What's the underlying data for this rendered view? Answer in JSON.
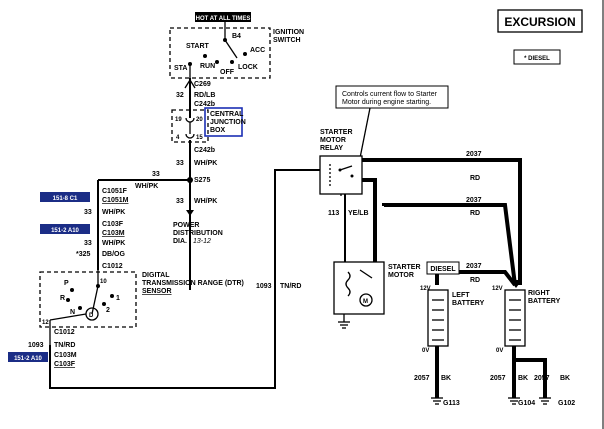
{
  "title": "EXCURSION",
  "diesel_note": "* DIESEL",
  "callout": {
    "line1": "Controls current flow to Starter",
    "line2": "Motor during engine starting."
  },
  "hot_at_all_times": "HOT AT ALL TIMES",
  "ignition_switch": {
    "label1": "IGNITION",
    "label2": "SWITCH",
    "b4": "B4",
    "start": "START",
    "acc": "ACC",
    "sta": "STA",
    "run": "RUN",
    "off": "OFF",
    "lock": "LOCK"
  },
  "connectors": {
    "c269": "C269",
    "c242b_top": "C242b",
    "c242b_bot": "C242b",
    "s275": "S275",
    "c1051f": "C1051F",
    "c1051m": "C1051M",
    "c103f_a": "C103F",
    "c103m_a": "C103M",
    "c1012_a": "C1012",
    "c1012_b": "C1012",
    "c103m_b": "C103M",
    "c103f_b": "C103F"
  },
  "circuits": {
    "c32": "32",
    "rdlb": "RD/LB",
    "c33_a": "33",
    "whpk_a": "WH/PK",
    "c33_b": "33",
    "whpk_b": "WH/PK",
    "c33_c": "33",
    "c33_whpk_horiz": "WH/PK",
    "c33_d": "33",
    "whpk_d": "WH/PK",
    "c33_e": "33",
    "whpk_e": "WH/PK",
    "c325": "*325",
    "dbog": "DB/OG",
    "c1093_a": "1093",
    "tnrd_a": "TN/RD",
    "c1093_b": "1093",
    "tnrd_b": "TN/RD",
    "c113": "113",
    "yelb": "YE/LB",
    "c2037_a": "2037",
    "rd_a": "RD",
    "c2037_b": "2037",
    "rd_b": "RD",
    "c2037_c": "2037",
    "rd_c": "RD",
    "c2057_a": "2057",
    "bk_a": "BK",
    "c2057_b": "2057",
    "bk_b": "BK",
    "c2057_c": "2057",
    "bk_c": "BK"
  },
  "cjb": {
    "line1": "CENTRAL",
    "line2": "JUNCTION",
    "line3": "BOX",
    "pin19": "19",
    "pin20": "20",
    "pin4": "4",
    "pin15": "15"
  },
  "pdb": {
    "line1": "POWER",
    "line2": "DISTRIBUTION",
    "line3": "DIA.",
    "ref": "13-12"
  },
  "dtr": {
    "line1": "DIGITAL",
    "line2": "TRANSMISSION RANGE (DTR)",
    "line3": "SENSOR",
    "p": "P",
    "r": "R",
    "n": "N",
    "d": "D",
    "one": "1",
    "two": "2",
    "pin10": "10",
    "pin12": "12"
  },
  "starter_relay": {
    "line1": "STARTER",
    "line2": "MOTOR",
    "line3": "RELAY"
  },
  "starter_motor": {
    "line1": "STARTER",
    "line2": "MOTOR",
    "m": "M"
  },
  "diesel_box": "DIESEL",
  "left_battery": {
    "line1": "LEFT",
    "line2": "BATTERY",
    "v12": "12V",
    "v0": "0V"
  },
  "right_battery": {
    "line1": "RIGHT",
    "line2": "BATTERY",
    "v12": "12V",
    "v0": "0V"
  },
  "grounds": {
    "g113": "G113",
    "g104": "G104",
    "g102": "G102"
  },
  "refs": {
    "r1": "151-8 C1",
    "r2": "151-2 A10",
    "r3": "151-2 A10"
  },
  "colors": {
    "ref_badge": "#1b2d86",
    "cjb_outline": "#1b2fb4",
    "title_border": "#000000"
  }
}
